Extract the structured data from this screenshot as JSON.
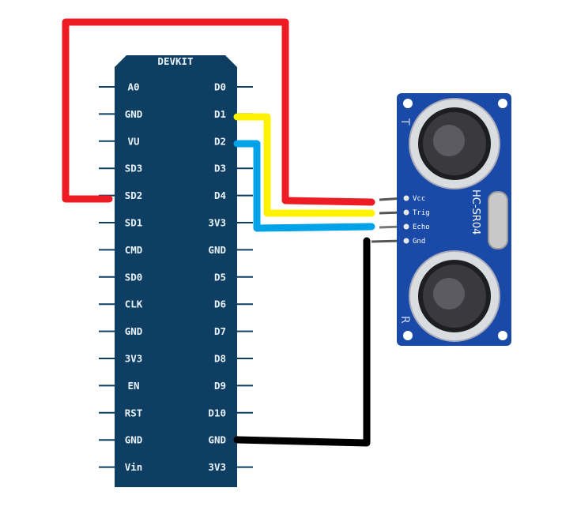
{
  "board": {
    "title": "DEVKIT",
    "color": "#0e3f63",
    "left_pins": [
      "A0",
      "GND",
      "VU",
      "SD3",
      "SD2",
      "SD1",
      "CMD",
      "SD0",
      "CLK",
      "GND",
      "3V3",
      "EN",
      "RST",
      "GND",
      "Vin"
    ],
    "right_pins": [
      "D0",
      "D1",
      "D2",
      "D3",
      "D4",
      "3V3",
      "GND",
      "D5",
      "D6",
      "D7",
      "D8",
      "D9",
      "D10",
      "GND",
      "3V3"
    ]
  },
  "sensor": {
    "name": "HC-SR04",
    "color": "#1a4aa8",
    "pins": [
      "Vcc",
      "Trig",
      "Echo",
      "Gnd"
    ],
    "transmitter_label": "T",
    "receiver_label": "R"
  },
  "wires": [
    {
      "name": "vcc-wire",
      "from": "SD2",
      "to": "Vcc",
      "color": "#ed1c24"
    },
    {
      "name": "trig-wire",
      "from": "D1",
      "to": "Trig",
      "color": "#fff200"
    },
    {
      "name": "echo-wire",
      "from": "D2",
      "to": "Echo",
      "color": "#00a2e8"
    },
    {
      "name": "gnd-wire",
      "from": "GND",
      "to": "Gnd",
      "color": "#000000"
    }
  ]
}
